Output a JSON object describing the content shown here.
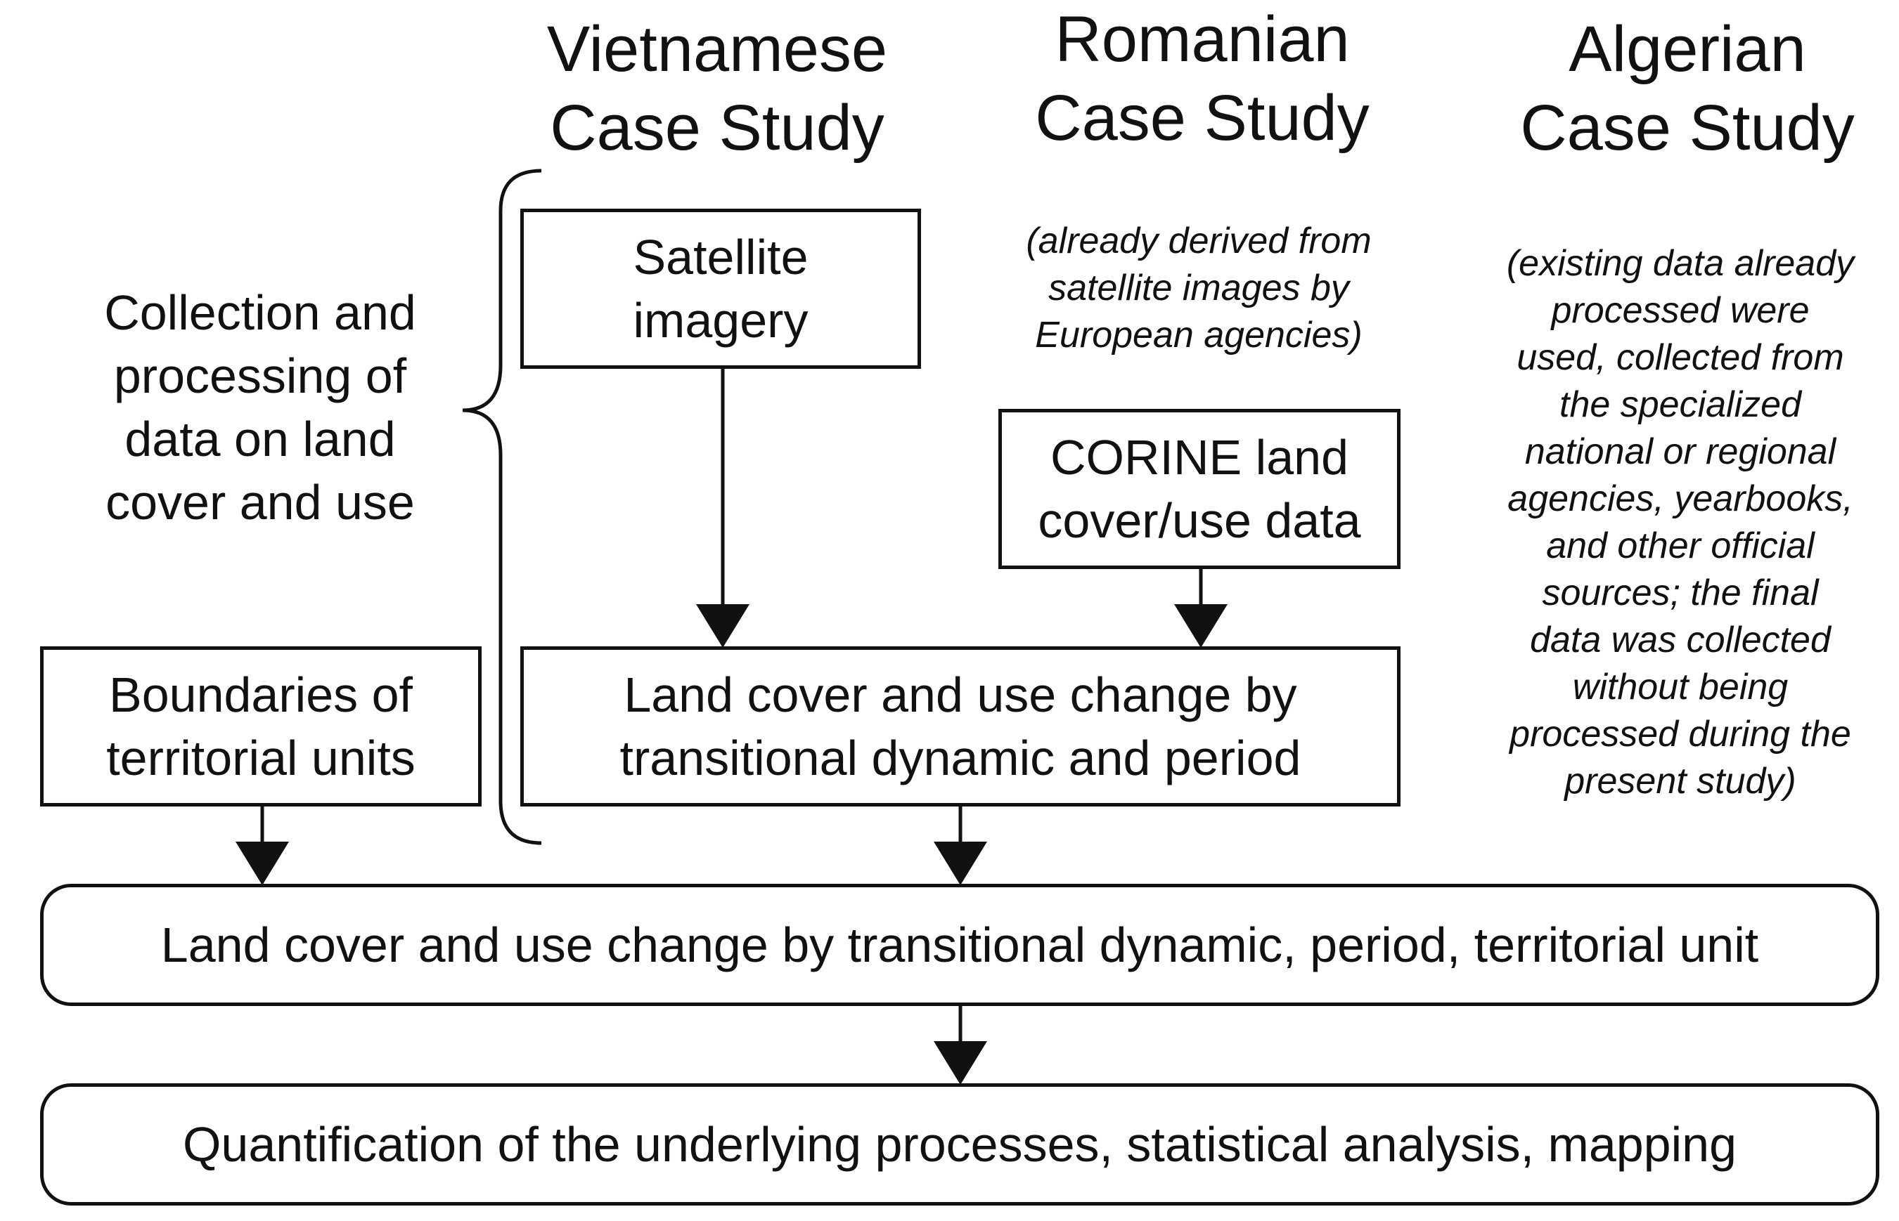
{
  "columns": {
    "vietnamese": {
      "line1": "Vietnamese",
      "line2": "Case Study"
    },
    "romanian": {
      "line1": "Romanian",
      "line2": "Case Study"
    },
    "algerian": {
      "line1": "Algerian",
      "line2": "Case Study"
    }
  },
  "brace_label": "Collection and\nprocessing of\ndata on land\ncover and use",
  "boxes": {
    "satellite": "Satellite\nimagery",
    "corine": "CORINE land\ncover/use data",
    "boundaries": "Boundaries of\nterritorial units",
    "change_by_period": "Land cover and use change by\ntransitional dynamic and period",
    "change_by_unit": "Land cover and use change by transitional dynamic, period, territorial unit",
    "quantification": "Quantification of the underlying processes, statistical analysis, mapping"
  },
  "notes": {
    "romanian": "(already derived from\nsatellite images by\nEuropean agencies)",
    "algerian": "(existing data already\nprocessed were\nused, collected from\nthe specialized\nnational or regional\nagencies, yearbooks,\nand other official\nsources; the final\ndata was collected\nwithout being\nprocessed during the\npresent study)"
  },
  "colors": {
    "ink": "#111111",
    "background": "#ffffff"
  }
}
